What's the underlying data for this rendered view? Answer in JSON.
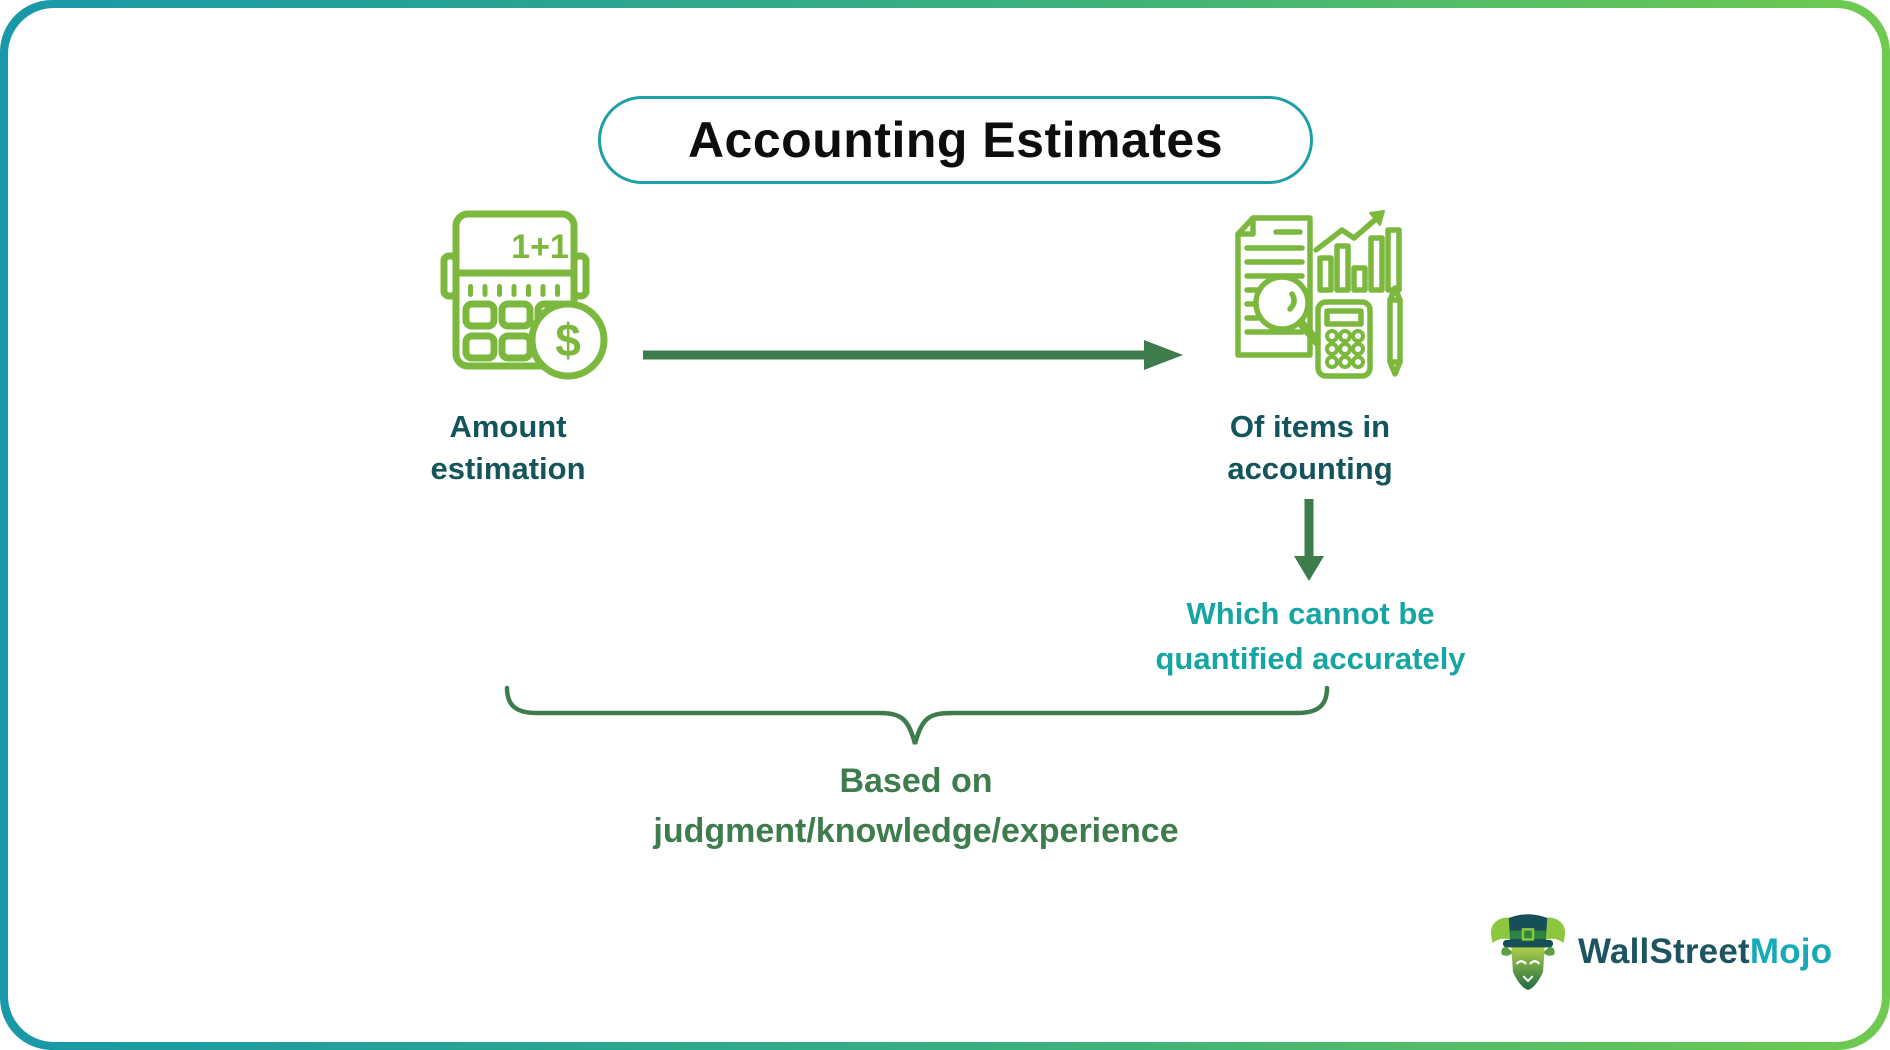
{
  "title": "Accounting Estimates",
  "flow": {
    "left_node": {
      "icon": "calculator-dollar-icon",
      "display_text": "1+1",
      "currency_symbol": "$",
      "label": "Amount\nestimation"
    },
    "right_node": {
      "icon": "audit-report-icon",
      "label": "Of items in\naccounting"
    },
    "detail_note": "Which cannot be\nquantified accurately",
    "base_note": "Based on\njudgment/knowledge/experience"
  },
  "branding": {
    "name_primary": "WallStreet",
    "name_secondary": "Mojo"
  },
  "colors": {
    "border_gradient_start": "#1898a8",
    "border_gradient_end": "#6fca4f",
    "title_border": "#1fa0a6",
    "icon_green": "#7cb83e",
    "arrow_green": "#3e7c4d",
    "dark_teal_text": "#14545b",
    "teal_text": "#17a5a4",
    "green_text": "#3e7c4d",
    "logo_dark": "#1c5560",
    "logo_teal": "#16a9b8"
  }
}
